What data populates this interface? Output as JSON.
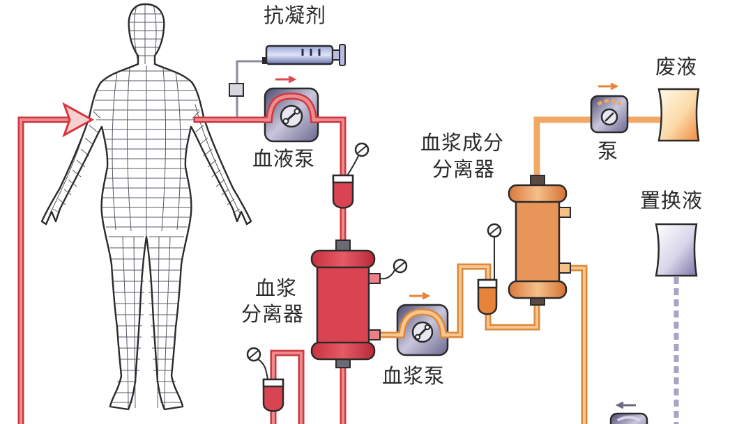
{
  "diagram": {
    "type": "double-filtration plasmapheresis circuit",
    "labels": {
      "anticoagulant": "抗凝剂",
      "blood_pump": "血液泵",
      "plasma_separator_line1": "血浆",
      "plasma_separator_line2": "分离器",
      "plasma_pump": "血浆泵",
      "component_separator_line1": "血浆成分",
      "component_separator_line2": "分离器",
      "pump": "泵",
      "waste_fluid": "废液",
      "replacement_fluid": "置换液"
    },
    "colors": {
      "blood_line": "#e8666a",
      "blood_line_edge": "#c93a40",
      "plasma_line": "#f4b06a",
      "plasma_line_edge": "#d9893a",
      "separator_red": "#d94452",
      "separator_orange": "#e8955a",
      "pump_body": "#6e6a8c",
      "replacement_line": "#a9a3c6",
      "outline": "#2a2a2a"
    },
    "flow_arrows": [
      "right",
      "right",
      "right",
      "left"
    ]
  }
}
